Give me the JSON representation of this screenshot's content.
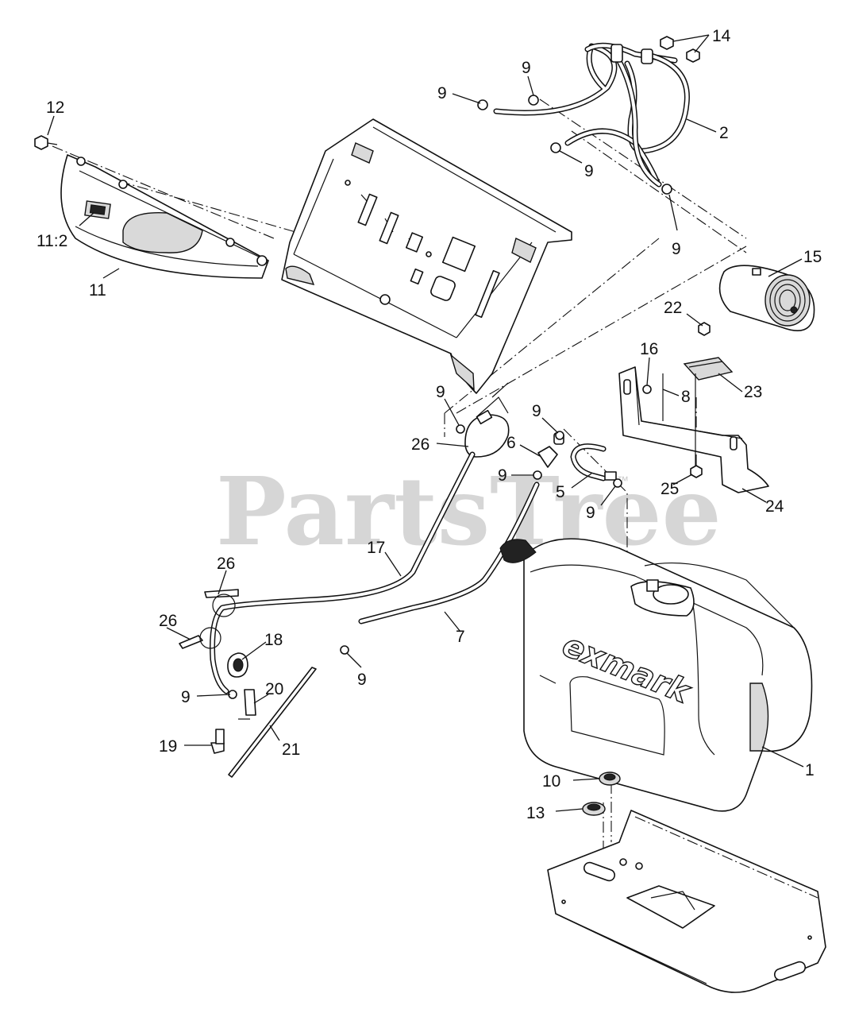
{
  "watermark": {
    "text": "PartsTree",
    "trademark": "™"
  },
  "brand_logo": "exmark",
  "callouts": [
    {
      "id": "c-14",
      "label": "14"
    },
    {
      "id": "c-9-a",
      "label": "9"
    },
    {
      "id": "c-9-b",
      "label": "9"
    },
    {
      "id": "c-2",
      "label": "2"
    },
    {
      "id": "c-12",
      "label": "12"
    },
    {
      "id": "c-9-c",
      "label": "9"
    },
    {
      "id": "c-9-d",
      "label": "9"
    },
    {
      "id": "c-11-2",
      "label": "11:2"
    },
    {
      "id": "c-11",
      "label": "11"
    },
    {
      "id": "c-15",
      "label": "15"
    },
    {
      "id": "c-22",
      "label": "22"
    },
    {
      "id": "c-16",
      "label": "16"
    },
    {
      "id": "c-8",
      "label": "8"
    },
    {
      "id": "c-23",
      "label": "23"
    },
    {
      "id": "c-9-e",
      "label": "9"
    },
    {
      "id": "c-9-f",
      "label": "9"
    },
    {
      "id": "c-26-a",
      "label": "26"
    },
    {
      "id": "c-6",
      "label": "6"
    },
    {
      "id": "c-9-g",
      "label": "9"
    },
    {
      "id": "c-5",
      "label": "5"
    },
    {
      "id": "c-9-h",
      "label": "9"
    },
    {
      "id": "c-25",
      "label": "25"
    },
    {
      "id": "c-24",
      "label": "24"
    },
    {
      "id": "c-17",
      "label": "17"
    },
    {
      "id": "c-26-b",
      "label": "26"
    },
    {
      "id": "c-26-c",
      "label": "26"
    },
    {
      "id": "c-18",
      "label": "18"
    },
    {
      "id": "c-7",
      "label": "7"
    },
    {
      "id": "c-9-i",
      "label": "9"
    },
    {
      "id": "c-9-j",
      "label": "9"
    },
    {
      "id": "c-20",
      "label": "20"
    },
    {
      "id": "c-19",
      "label": "19"
    },
    {
      "id": "c-21",
      "label": "21"
    },
    {
      "id": "c-1",
      "label": "1"
    },
    {
      "id": "c-10",
      "label": "10"
    },
    {
      "id": "c-13",
      "label": "13"
    }
  ]
}
